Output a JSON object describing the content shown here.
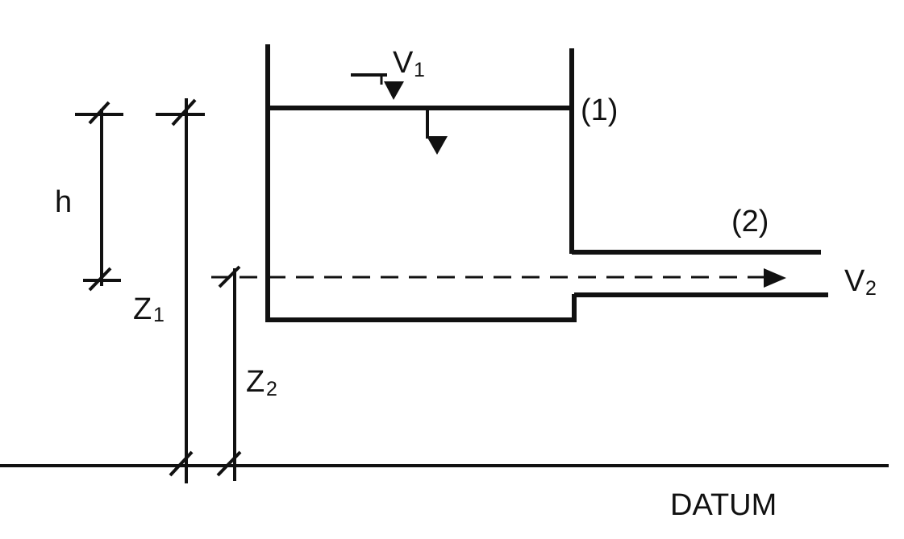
{
  "labels": {
    "h": "h",
    "z1_main": "Z",
    "z1_sub": "1",
    "z2_main": "Z",
    "z2_sub": "2",
    "v1_main": "V",
    "v1_sub": "1",
    "v2_main": "V",
    "v2_sub": "2",
    "point1": "(1)",
    "point2": "(2)",
    "datum": "DATUM"
  },
  "colors": {
    "ink": "#111111",
    "background": "#ffffff"
  }
}
